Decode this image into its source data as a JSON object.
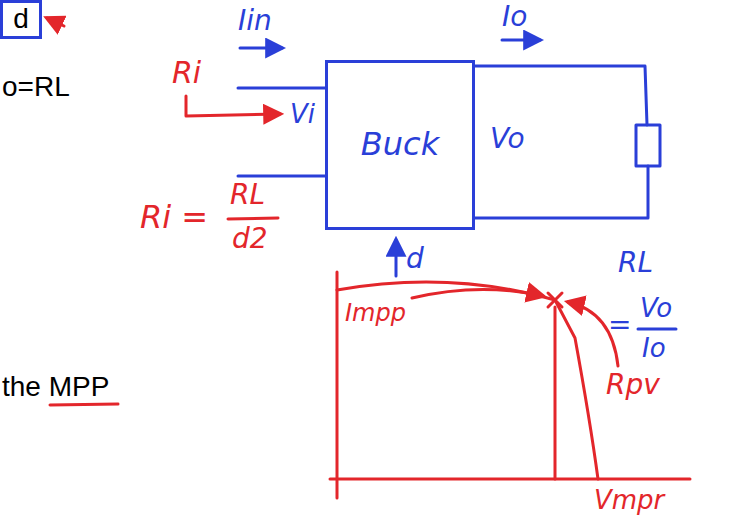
{
  "diagram": {
    "nodes": [
      {
        "text": [
          "d"
        ]
      },
      {
        "text": [
          "Buck"
        ]
      }
    ],
    "labels": [
      "o=RL",
      "the MPP",
      "Ri",
      "Iin",
      "Vi",
      "Io",
      "Vo",
      "d",
      "RL",
      "=",
      "Vo",
      "Io",
      "Ri =",
      "RL",
      "d2",
      "Impp",
      "Rpv",
      "Vmpr"
    ]
  }
}
